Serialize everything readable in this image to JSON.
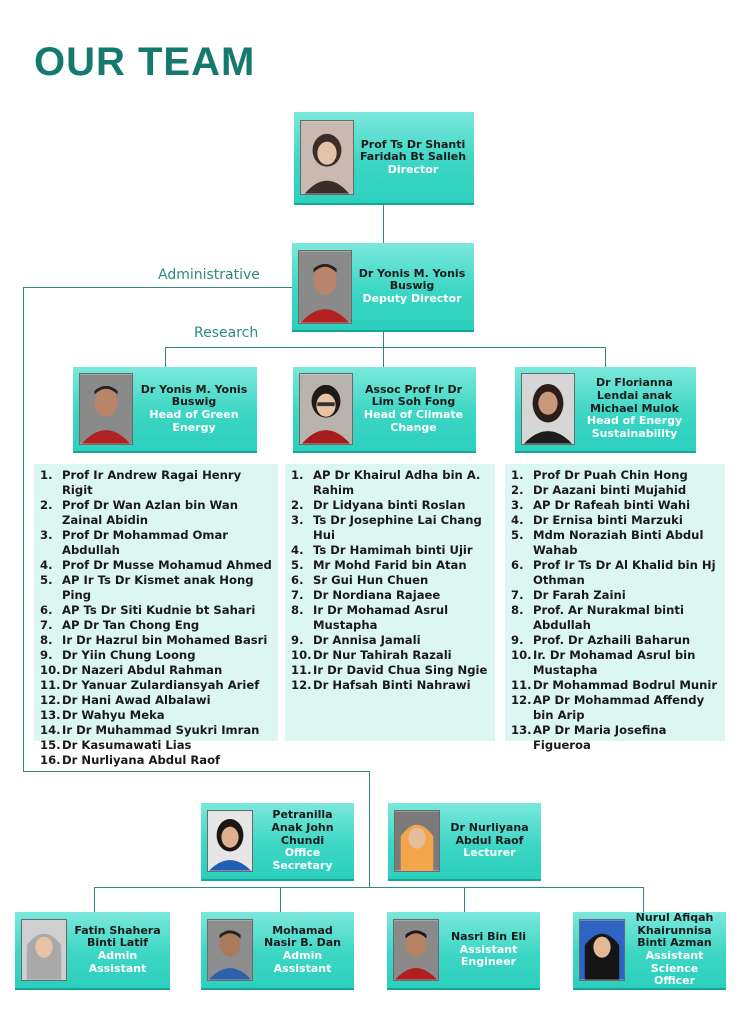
{
  "page": {
    "title": "OUR TEAM"
  },
  "branch_labels": {
    "administrative": "Administrative",
    "research": "Research"
  },
  "director": {
    "name": "Prof Ts Dr Shanti Faridah Bt Salleh",
    "role": "Director"
  },
  "deputy": {
    "name": "Dr Yonis M. Yonis Buswig",
    "role": "Deputy Director"
  },
  "heads": [
    {
      "name": "Dr Yonis M. Yonis Buswig",
      "role": "Head of Green Energy"
    },
    {
      "name": "Assoc Prof Ir Dr Lim Soh Fong",
      "role": "Head of Climate Change"
    },
    {
      "name": "Dr Florianna Lendai anak Michael Mulok",
      "role": "Head of Energy Sustainability"
    }
  ],
  "lists": [
    [
      "Prof Ir Andrew Ragai Henry Rigit",
      "Prof Dr Wan Azlan bin Wan Zainal Abidin",
      "Prof Dr Mohammad Omar Abdullah",
      "Prof Dr Musse Mohamud Ahmed",
      "AP Ir Ts Dr Kismet anak Hong Ping",
      "AP Ts Dr Siti Kudnie bt Sahari",
      "AP Dr Tan Chong Eng",
      "Ir Dr Hazrul bin Mohamed Basri",
      "Dr Yiin Chung Loong",
      "Dr Nazeri Abdul Rahman",
      "Dr Yanuar Zulardiansyah Arief",
      "Dr Hani Awad Albalawi",
      "Dr Wahyu Meka",
      "Ir Dr Muhammad Syukri Imran",
      "Dr Kasumawati Lias",
      "Dr Nurliyana Abdul Raof"
    ],
    [
      "AP Dr Khairul Adha bin A. Rahim",
      "Dr Lidyana binti Roslan",
      "Ts Dr Josephine Lai Chang Hui",
      "Ts Dr Hamimah binti Ujir",
      "Mr Mohd Farid bin Atan",
      "Sr Gui Hun Chuen",
      "Dr Nordiana Rajaee",
      "Ir Dr Mohamad Asrul Mustapha",
      "Dr Annisa Jamali",
      "Dr Nur Tahirah Razali",
      "Ir Dr David Chua Sing Ngie",
      "Dr Hafsah Binti Nahrawi"
    ],
    [
      "Prof Dr Puah Chin Hong",
      "Dr Aazani binti Mujahid",
      "AP Dr Rafeah binti Wahi",
      "Dr Ernisa binti Marzuki",
      "Mdm Noraziah Binti Abdul Wahab",
      "Prof Ir Ts Dr Al Khalid bin Hj Othman",
      "Dr Farah Zaini",
      "Prof. Ar Nurakmal binti Abdullah",
      "Prof. Dr Azhaili Baharun",
      "Ir. Dr Mohamad Asrul bin Mustapha",
      "Dr Mohammad Bodrul Munir",
      "AP Dr Mohammad Affendy bin Arip",
      "AP Dr Maria Josefina Figueroa"
    ]
  ],
  "admin_row1": [
    {
      "name": "Petranilla Anak John Chundi",
      "role": "Office Secretary"
    },
    {
      "name": "Dr Nurliyana Abdul Raof",
      "role": "Lecturer"
    }
  ],
  "admin_row2": [
    {
      "name": "Fatin Shahera Binti Latif",
      "role": "Admin Assistant"
    },
    {
      "name": "Mohamad Nasir B. Dan",
      "role": "Admin Assistant"
    },
    {
      "name": "Nasri Bin Eli",
      "role": "Assistant Engineer"
    },
    {
      "name": "Nurul Afiqah Khairunnisa Binti Azman",
      "role": "Assistant Science Officer"
    }
  ],
  "colors": {
    "accent": "#157a6e",
    "card": "#3dd6c4",
    "list_bg": "#dcf7f1",
    "line": "#2e8a80"
  },
  "list_numbers": [
    "1.",
    "2.",
    "3.",
    "4.",
    "5.",
    "6.",
    "7.",
    "8.",
    "9.",
    "10.",
    "11.",
    "12.",
    "13.",
    "14.",
    "15.",
    "16."
  ]
}
